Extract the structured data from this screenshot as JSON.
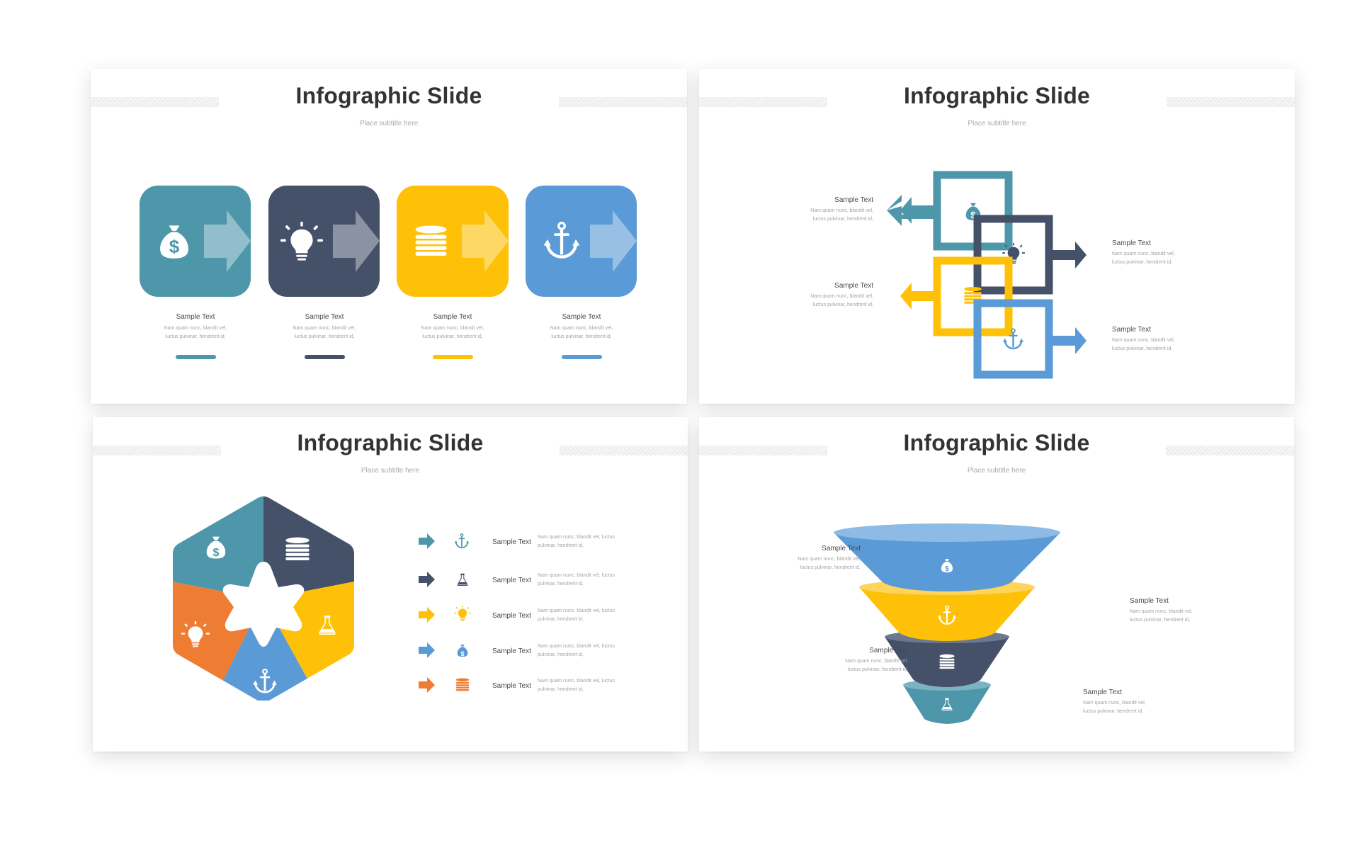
{
  "colors": {
    "teal": "#4e97aa",
    "navy": "#445169",
    "yellow": "#fec107",
    "blue": "#5a9ad6",
    "orange": "#ee7d33"
  },
  "slides": [
    {
      "title": "Infographic Slide",
      "subtitle": "Place subtitle here",
      "items": [
        {
          "icon": "money-bag-icon",
          "heading": "Sample Text",
          "line1": "Nam quam nunc, blandit vel,",
          "line2": "luctus pulvinar, hendrerit id,"
        },
        {
          "icon": "lightbulb-icon",
          "heading": "Sample Text",
          "line1": "Nam quam nunc, blandit vel,",
          "line2": "luctus pulvinar, hendrerit id,"
        },
        {
          "icon": "coin-stack-icon",
          "heading": "Sample Text",
          "line1": "Nam quam nunc, blandit vel,",
          "line2": "luctus pulvinar, hendrerit id,"
        },
        {
          "icon": "anchor-icon",
          "heading": "Sample Text",
          "line1": "Nam quam nunc, blandit vel,",
          "line2": "luctus pulvinar, hendrerit id,"
        }
      ]
    },
    {
      "title": "Infographic Slide",
      "subtitle": "Place subtitle here",
      "items": [
        {
          "icon": "money-bag-icon",
          "heading": "Sample Text",
          "line1": "Nam quam nunc, blandit vel,",
          "line2": "luctus pulvinar, hendrerit id,"
        },
        {
          "icon": "lightbulb-icon",
          "heading": "Sample Text",
          "line1": "Nam quam nunc, blandit vel,",
          "line2": "luctus pulvinar, hendrerit id,"
        },
        {
          "icon": "coin-stack-icon",
          "heading": "Sample Text",
          "line1": "Nam quam nunc, blandit vel,",
          "line2": "luctus pulvinar, hendrerit id,"
        },
        {
          "icon": "anchor-icon",
          "heading": "Sample Text",
          "line1": "Nam quam nunc, blandit vel,",
          "line2": "luctus pulvinar, hendrerit id,"
        }
      ]
    },
    {
      "title": "Infographic Slide",
      "subtitle": "Place subtitle here",
      "segment_icons": [
        "money-bag-icon",
        "coin-stack-icon",
        "flask-icon",
        "anchor-icon",
        "lightbulb-icon"
      ],
      "items": [
        {
          "icon": "anchor-icon",
          "heading": "Sample Text",
          "line1": "Nam quam nunc, blandit vel, luctus",
          "line2": "pulvinar, hendrerit id,"
        },
        {
          "icon": "flask-icon",
          "heading": "Sample Text",
          "line1": "Nam quam nunc, blandit vel, luctus",
          "line2": "pulvinar, hendrerit id,"
        },
        {
          "icon": "lightbulb-icon",
          "heading": "Sample Text",
          "line1": "Nam quam nunc, blandit vel, luctus",
          "line2": "pulvinar, hendrerit id,"
        },
        {
          "icon": "money-bag-icon",
          "heading": "Sample Text",
          "line1": "Nam quam nunc, blandit vel, luctus",
          "line2": "pulvinar, hendrerit id,"
        },
        {
          "icon": "coin-stack-icon",
          "heading": "Sample Text",
          "line1": "Nam quam nunc, blandit vel, luctus",
          "line2": "pulvinar, hendrerit id,"
        }
      ]
    },
    {
      "title": "Infographic Slide",
      "subtitle": "Place subtitle here",
      "items": [
        {
          "icon": "money-bag-icon",
          "heading": "Sample Text",
          "line1": "Nam quam nunc, blandit vel,",
          "line2": "luctus pulvinar, hendrerit id,"
        },
        {
          "icon": "anchor-icon",
          "heading": "Sample Text",
          "line1": "Nam quam nunc, blandit vel,",
          "line2": "luctus pulvinar, hendrerit id,"
        },
        {
          "icon": "coin-stack-icon",
          "heading": "Sample Text",
          "line1": "Nam quam nunc, blandit vel,",
          "line2": "luctus pulvinar, hendrerit id,"
        },
        {
          "icon": "flask-icon",
          "heading": "Sample Text",
          "line1": "Nam quam nunc, blandit vel,",
          "line2": "luctus pulvinar, hendrerit id,"
        }
      ]
    }
  ]
}
